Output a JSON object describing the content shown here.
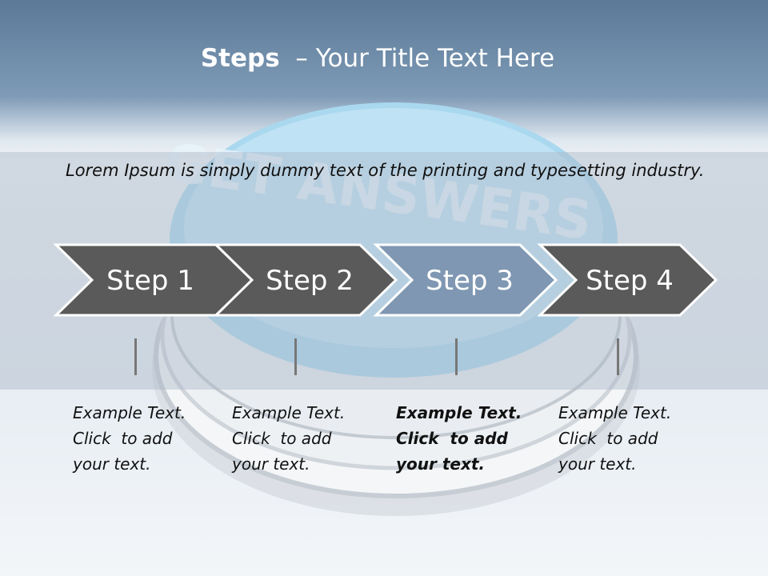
{
  "slide": {
    "title_bold": "Steps",
    "title_rest": "– Your Title Text Here",
    "intro": "Lorem Ipsum is simply dummy text of the printing and typesetting industry.",
    "background_text": "GET ANSWERS"
  },
  "steps": [
    {
      "label": "Step 1",
      "lines": [
        "Example Text.",
        "Click  to add",
        "your text."
      ],
      "highlight": false
    },
    {
      "label": "Step 2",
      "lines": [
        "Example Text.",
        "Click  to add",
        "your text."
      ],
      "highlight": false
    },
    {
      "label": "Step 3",
      "lines": [
        "Example Text.",
        "Click  to add",
        "your text."
      ],
      "highlight": true
    },
    {
      "label": "Step 4",
      "lines": [
        "Example Text.",
        "Click  to add",
        "your text."
      ],
      "highlight": false
    }
  ],
  "colors": {
    "arrow": "#5a5a5a",
    "arrow_highlight": "#7f97b2",
    "arrow_border": "#ffffff"
  }
}
